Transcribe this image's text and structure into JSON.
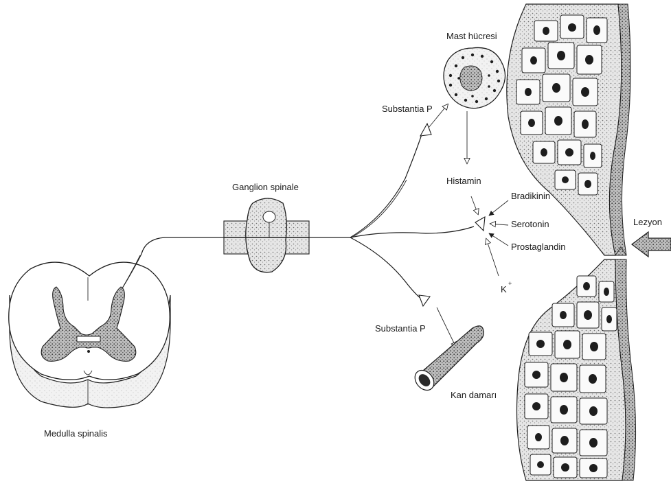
{
  "labels": {
    "spinal_cord": "Medulla spinalis",
    "ganglion": "Ganglion spinale",
    "mast_cell": "Mast hücresi",
    "substance_p_top": "Substantia P",
    "substance_p_bottom": "Substantia P",
    "histamine": "Histamin",
    "bradykinin": "Bradikinin",
    "serotonin": "Serotonin",
    "prostaglandin": "Prostaglandin",
    "potassium": "K",
    "potassium_charge": "+",
    "blood_vessel": "Kan damarı",
    "lesion": "Lezyon"
  },
  "colors": {
    "ink": "#1d1d1d",
    "stipple": "#9a9a9a",
    "tissue_fill": "#d9d9d9"
  }
}
